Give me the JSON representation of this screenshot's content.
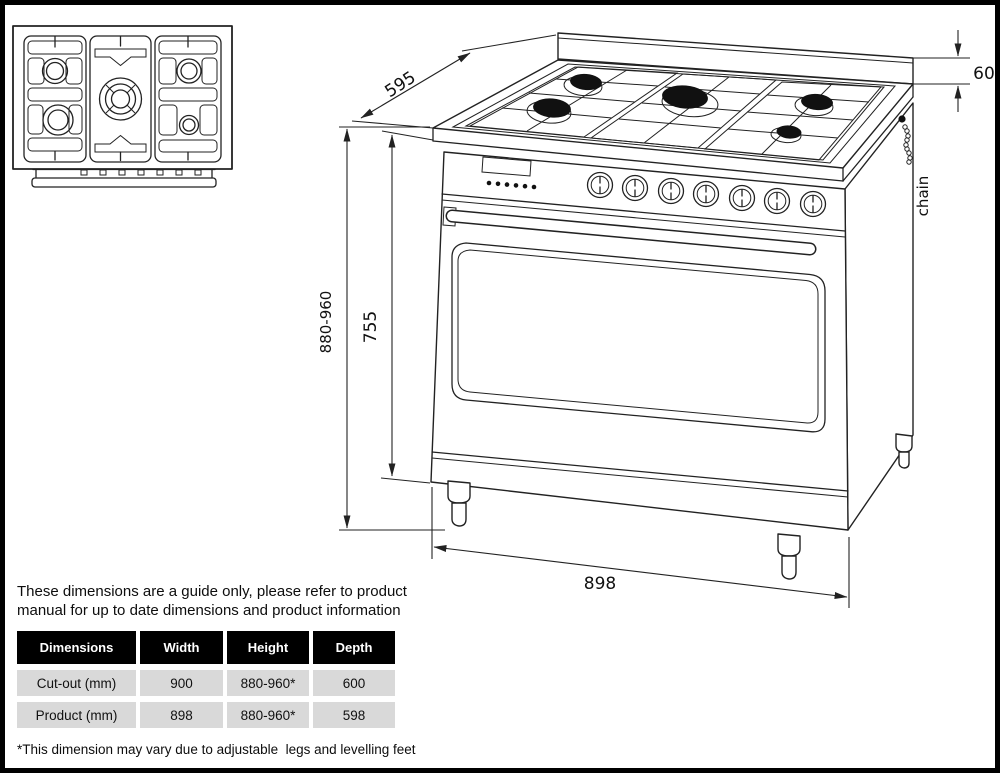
{
  "drawing": {
    "labels": {
      "depth": "595",
      "backsplash_height": "60",
      "overall_height": "880-960",
      "body_height": "755",
      "width": "898",
      "chain": "chain"
    }
  },
  "note": {
    "lines": [
      "These dimensions are a guide only, please refer to product",
      "manual for up to date dimensions and product information"
    ]
  },
  "table": {
    "headers": [
      "Dimensions",
      "Width",
      "Height",
      "Depth"
    ],
    "rows": [
      [
        "Cut-out (mm)",
        "900",
        "880-960*",
        "600"
      ],
      [
        "Product (mm)",
        "898",
        "880-960*",
        "598"
      ]
    ]
  },
  "footnote": "*This dimension may vary due to adjustable  legs and levelling feet",
  "colors": {
    "line": "#222222",
    "burner": "#111111",
    "table_header_bg": "#000000",
    "table_header_text": "#ffffff",
    "table_row_bg": "#d9d9d9",
    "page_border": "#000000"
  }
}
